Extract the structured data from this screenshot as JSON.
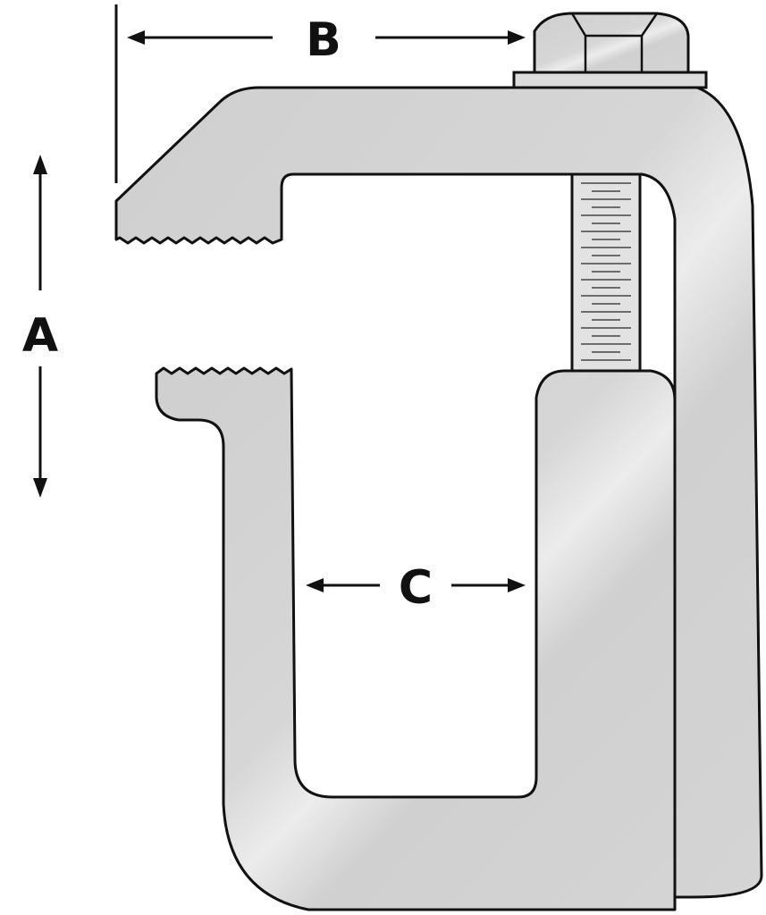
{
  "diagram": {
    "subject": "clamp",
    "dimensions": [
      {
        "id": "A",
        "label": "A"
      },
      {
        "id": "B",
        "label": "B"
      },
      {
        "id": "C",
        "label": "C"
      }
    ],
    "colors": {
      "metal": "#d2d2d2",
      "metal_light": "#ececec",
      "outline": "#111111"
    }
  }
}
